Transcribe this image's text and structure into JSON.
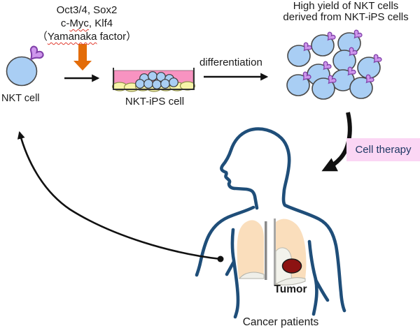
{
  "diagram": {
    "yamanaka": {
      "line1": "Oct3/4, Sox2",
      "line2_prefix": "c-",
      "line2_gene": "Myc",
      "line2_suffix": ", Klf4",
      "line3_prefix": "（",
      "line3_gene": "Yamanaka",
      "line3_suffix": " factor）"
    },
    "labels": {
      "nkt_cell": "NKT cell",
      "nkt_ips_cell": "NKT-iPS cell",
      "differentiation": "differentiation",
      "high_yield_line1": "High yield of NKT cells",
      "high_yield_line2": "derived from NKT-iPS cells",
      "cell_therapy": "Cell therapy",
      "tumor": "Tumor",
      "cancer_patients": "Cancer patients"
    },
    "colors": {
      "cell_fill": "#A9CEF4",
      "receptor_fill": "#CE96EC",
      "dish_medium": "#F893C1",
      "feeder_fill": "#F7F4A8",
      "orange_arrow": "#E36C09",
      "body_outline": "#1F4E79",
      "lung_fill": "#FADEBC",
      "tumor_fill": "#8C1212",
      "cell_therapy_bg": "#FBD6F4",
      "cell_therapy_text": "#1F3864"
    }
  }
}
